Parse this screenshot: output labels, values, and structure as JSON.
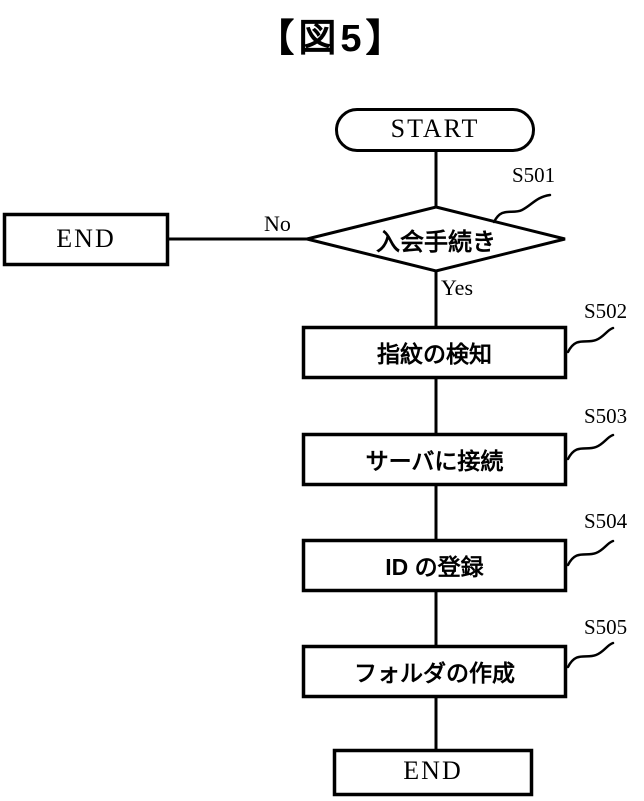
{
  "figure": {
    "title": "【図5】"
  },
  "colors": {
    "ink": "#000000",
    "background": "#ffffff"
  },
  "flowchart": {
    "start": {
      "text": "START"
    },
    "decision": {
      "text": "入会手続き",
      "step": "S501",
      "no_label": "No",
      "yes_label": "Yes"
    },
    "end_left": {
      "text": "END"
    },
    "steps": [
      {
        "text": "指紋の検知",
        "step": "S502"
      },
      {
        "text": "サーバに接続",
        "step": "S503"
      },
      {
        "text": "ID の登録",
        "step": "S504"
      },
      {
        "text": "フォルダの作成",
        "step": "S505"
      }
    ],
    "end_bottom": {
      "text": "END"
    }
  }
}
